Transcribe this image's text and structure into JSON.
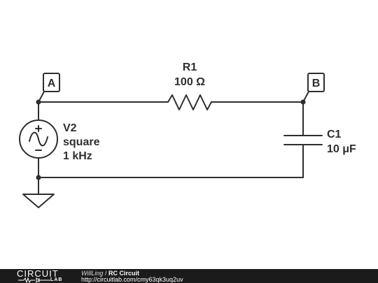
{
  "schematic": {
    "resistor": {
      "name": "R1",
      "value": "100 Ω"
    },
    "capacitor": {
      "name": "C1",
      "value": "10 μF"
    },
    "source": {
      "name": "V2",
      "waveform": "square",
      "frequency": "1 kHz"
    },
    "node_a": "A",
    "node_b": "B",
    "icons": {
      "ground": "ground-icon",
      "source": "ac-source-icon",
      "resistor": "resistor-icon",
      "capacitor": "capacitor-icon"
    },
    "colors": {
      "wire": "#2e2e2e",
      "background": "#ffffff",
      "footer": "#1b1b1b"
    }
  },
  "footer": {
    "logo_top": "CIRCUIT",
    "logo_bottom": "LAB",
    "author": "WillLing",
    "separator": "/",
    "title": "RC Circuit",
    "url": "http://circuitlab.com/cmy63qk3uq2uv"
  }
}
